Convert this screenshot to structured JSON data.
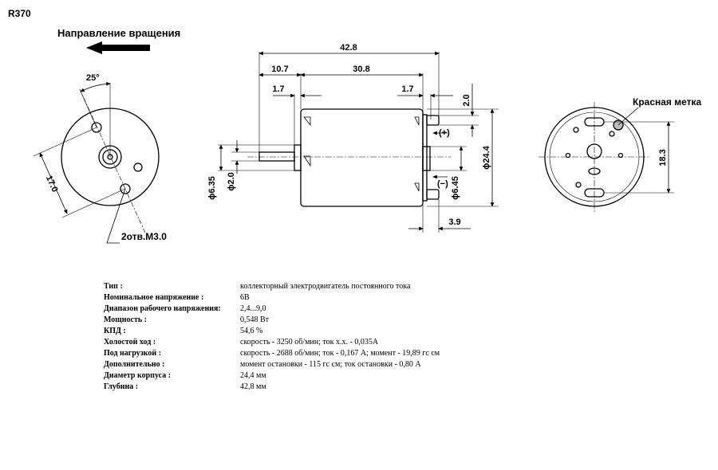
{
  "header": {
    "model": "R370",
    "rotation_label": "Направление вращения"
  },
  "drawing": {
    "angle_label": "25°",
    "front_dim": "17.0",
    "holes_label": "2отв.M3.0",
    "dims": {
      "total_length": "42.8",
      "shaft_part": "10.7",
      "body_length": "30.8",
      "flange_left": "1.7",
      "flange_right": "1.7",
      "terminal_offset": "2.0",
      "shaft_diameter": "ϕ2.0",
      "boss_diameter": "ϕ6.35",
      "body_diameter": "ϕ24.4",
      "terminal_span": "ϕ6.45",
      "terminal_length": "3.9",
      "rear_dim": "18.3"
    },
    "terminals": {
      "plus": "(+)",
      "minus": "(−)"
    },
    "red_mark_label": "Красная метка"
  },
  "specs": [
    {
      "key": "Тип :",
      "value": "коллекторный электродвигатель постоянного тока"
    },
    {
      "key": "Номинальное напряжение :",
      "value": "6В"
    },
    {
      "key": "Диапазон рабочего напряжения:",
      "value": "2,4...9,0"
    },
    {
      "key": "Мощность :",
      "value": "0,548 Вт"
    },
    {
      "key": "КПД :",
      "value": "54,6 %"
    },
    {
      "key": "Холостой ход :",
      "value": "скорость - 3250 об/мин; ток х.х. - 0,035А"
    },
    {
      "key": "Под нагрузкой :",
      "value": "скорость - 2688 об/мин; ток - 0,167 А; момент - 19,89 гс см"
    },
    {
      "key": "Дополнительно :",
      "value": "момент остановки - 115 гс см; ток остановки - 0,80 А"
    },
    {
      "key": "Диаметр корпуса :",
      "value": "24,4 мм"
    },
    {
      "key": "Глубина :",
      "value": "42,8 мм"
    }
  ]
}
